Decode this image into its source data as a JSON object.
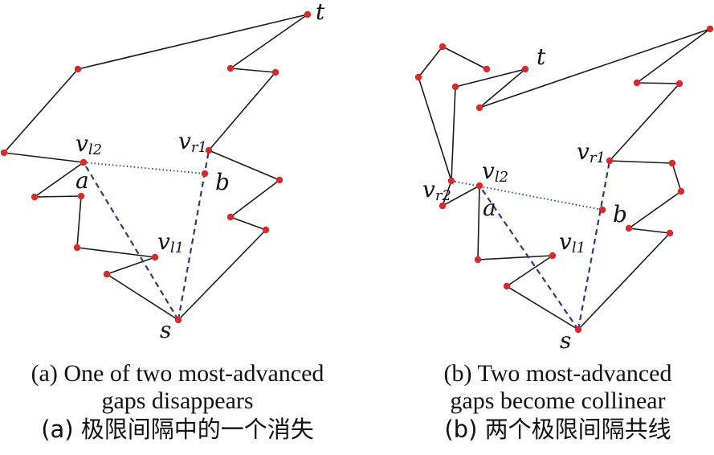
{
  "colors": {
    "vertex": "#d62b2b",
    "edge": "#1a1a1a",
    "gap": "#2e3a7a",
    "dotted": "#2e3a7a"
  },
  "figure_a": {
    "labels": {
      "t": "t",
      "s": "s",
      "a": "a",
      "b": "b",
      "vl2_base": "v",
      "vl2_sub": "l2",
      "vr1_base": "v",
      "vr1_sub": "r1",
      "vl1_base": "v",
      "vl1_sub": "l1"
    },
    "caption_en_1": "(a) One of two most-advanced",
    "caption_en_2": "gaps disappears",
    "caption_zh": "(a) 极限间隔中的一个消失"
  },
  "figure_b": {
    "labels": {
      "t": "t",
      "s": "s",
      "a": "a",
      "b": "b",
      "vr1_base": "v",
      "vr1_sub": "r1",
      "vr2_base": "v",
      "vr2_sub": "r2",
      "vl2_base": "v",
      "vl2_sub": "l2",
      "vl1_base": "v",
      "vl1_sub": "l1"
    },
    "caption_en_1": "(b) Two most-advanced",
    "caption_en_2": "gaps become collinear",
    "caption_zh": "(b) 两个极限间隔共线"
  }
}
